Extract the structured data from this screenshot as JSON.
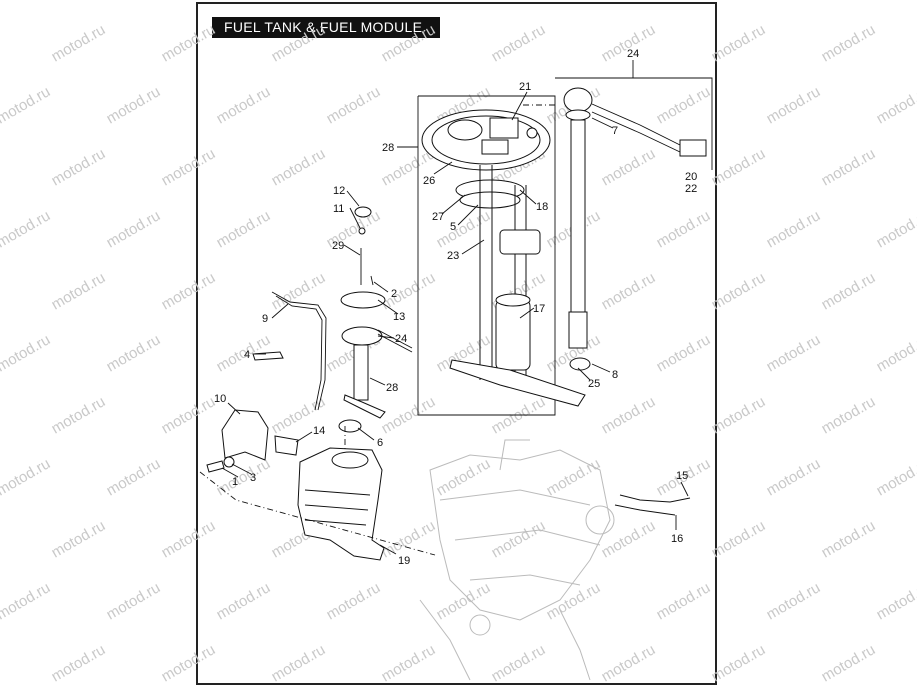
{
  "title": "FUEL TANK & FUEL MODULE",
  "watermark": "motod.ru",
  "callouts": [
    "1",
    "2",
    "3",
    "4",
    "5",
    "6",
    "7",
    "8",
    "9",
    "10",
    "11",
    "12",
    "13",
    "14",
    "15",
    "16",
    "17",
    "18",
    "19",
    "20",
    "21",
    "22",
    "23",
    "24",
    "24",
    "25",
    "26",
    "27",
    "28",
    "28",
    "29"
  ]
}
